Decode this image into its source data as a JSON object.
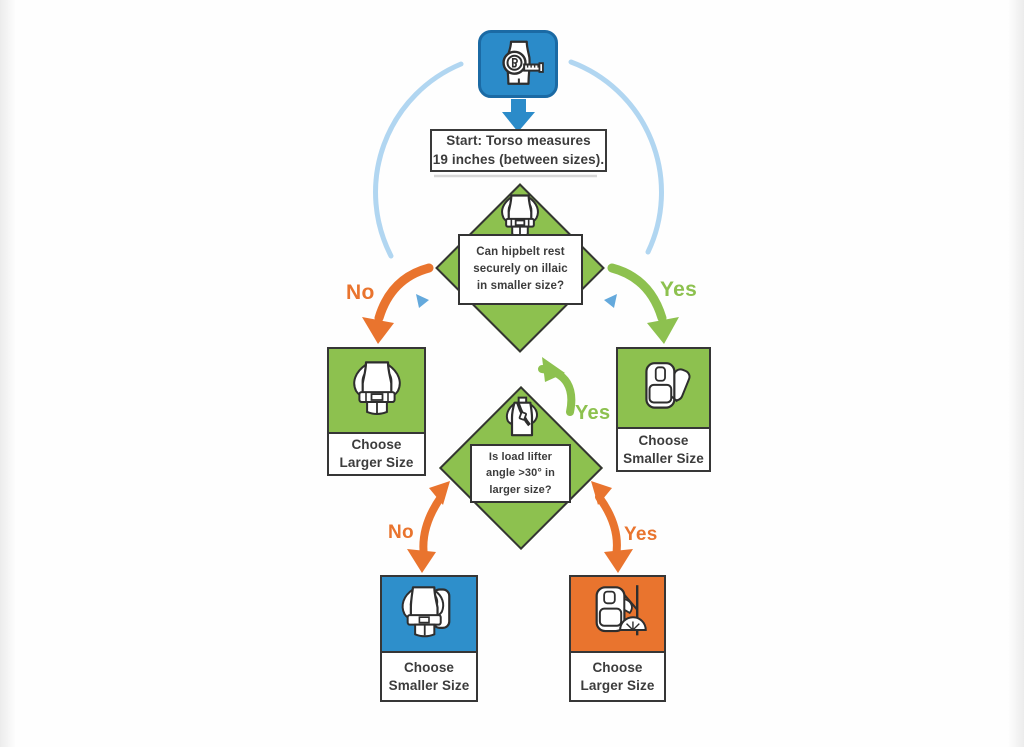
{
  "palette": {
    "green": "#8dc14f",
    "orange": "#e9742e",
    "blue": "#2b8bc9",
    "light_blue_arc": "#a8d2ef",
    "ink": "#3c3c3c"
  },
  "start": {
    "icon": "torso-measure-icon",
    "box_lines": [
      "Start: Torso measures",
      "19 inches (between sizes)."
    ]
  },
  "decision1": {
    "icon": "hipbelt-person-icon",
    "question_lines": [
      "Can hipbelt rest",
      "securely on illaic",
      "in smaller size?"
    ],
    "no_label": "No",
    "yes_label": "Yes"
  },
  "decision2": {
    "icon": "loadlifter-person-icon",
    "question_lines": [
      "Is load lifter",
      "angle >30° in",
      "larger size?"
    ],
    "loop_yes_label": "Yes",
    "no_label": "No",
    "yes_label": "Yes"
  },
  "outcomes": {
    "larger_top": {
      "icon": "hipbelt-person-icon",
      "lines": [
        "Choose",
        "Larger Size"
      ]
    },
    "smaller_top": {
      "icon": "backpack-icon",
      "lines": [
        "Choose",
        "Smaller Size"
      ]
    },
    "smaller_bottom": {
      "icon": "person-backpack-icon",
      "lines": [
        "Choose",
        "Smaller Size"
      ]
    },
    "larger_bottom": {
      "icon": "backpack-protractor-icon",
      "lines": [
        "Choose",
        "Larger Size"
      ]
    }
  }
}
